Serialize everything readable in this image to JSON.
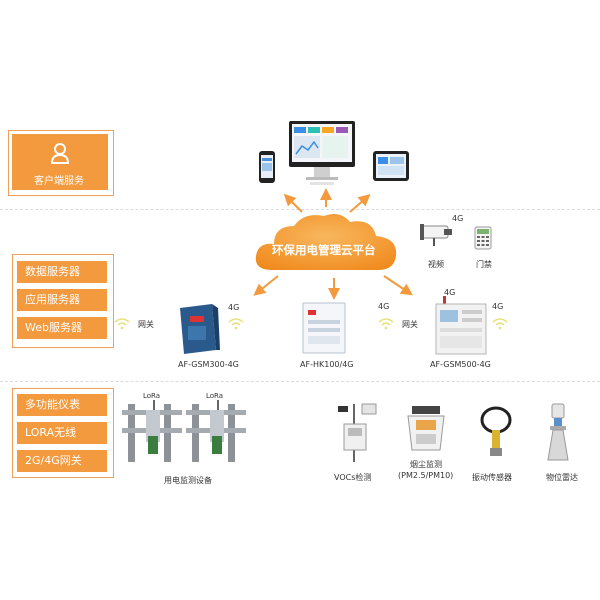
{
  "tiers": {
    "client": {
      "label": "客户端服务"
    },
    "servers": {
      "items": [
        "数据服务器",
        "应用服务器",
        "Web服务器"
      ]
    },
    "devices": {
      "items": [
        "多功能仪表",
        "LORA无线",
        "2G/4G网关"
      ]
    }
  },
  "cloud": {
    "label": "环保用电管理云平台"
  },
  "security": {
    "tag_4g": "4G",
    "video_label": "视频",
    "access_label": "门禁"
  },
  "gateways": {
    "gsm300": {
      "name": "AF-GSM300-4G",
      "tag_4g": "4G",
      "side_label": "网关"
    },
    "hk100": {
      "name": "AF-HK100/4G",
      "tag_4g": "4G"
    },
    "gsm500": {
      "name": "AF-GSM500-4G",
      "tag_4g": "4G",
      "side_label": "网关",
      "tag_4g_right": "4G"
    }
  },
  "field": {
    "lora1": "LoRa",
    "lora2": "LoRa",
    "meter_label": "用电监测设备",
    "vocs_label": "VOCs检测",
    "dust_label_1": "烟尘监测",
    "dust_label_2": "(PM2.5/PM10)",
    "vib_label": "振动传感器",
    "radar_label": "物位雷达"
  },
  "colors": {
    "accent": "#f39a3e",
    "cloud": "#f6a03c",
    "arrow": "#f39a3e"
  }
}
